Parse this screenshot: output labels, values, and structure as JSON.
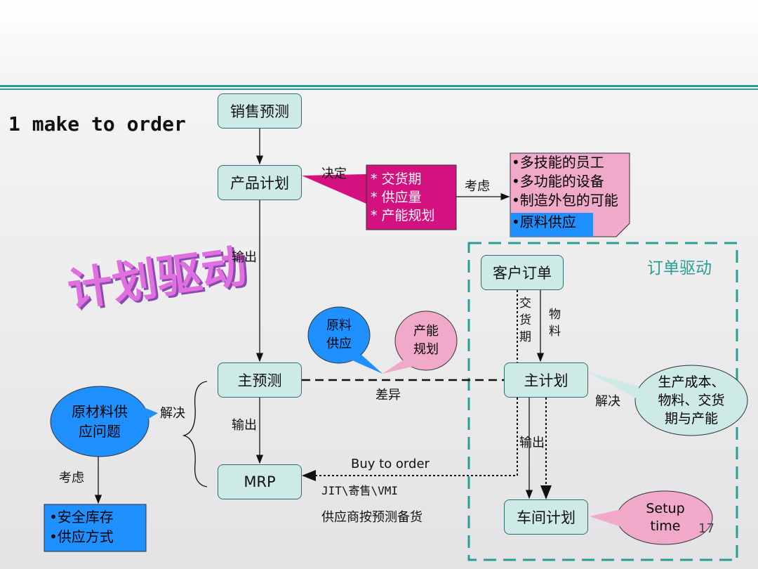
{
  "title": "1 make to order",
  "watermark_plan": "计划驱动",
  "order_driven": "订单驱动",
  "boxes": {
    "sales_forecast": "销售预测",
    "product_plan": "产品计划",
    "master_forecast": "主预测",
    "mrp": "MRP",
    "customer_order": "客户订单",
    "master_plan": "主计划",
    "workshop_plan": "车间计划"
  },
  "labels": {
    "decide": "决定",
    "consider": "考虑",
    "output1": "输出",
    "output2": "输出",
    "output3": "输出",
    "difference": "差异",
    "resolve1": "解决",
    "resolve2": "解决",
    "consider2": "考虑",
    "delivery": "交货期",
    "material": "物料",
    "buy_to_order": "Buy to order",
    "jit": "JIT\\寄售\\VMI",
    "supplier_stock": "供应商按预测备货",
    "page_number": "17"
  },
  "magenta_box": [
    "* 交货期",
    "* 供应量",
    "* 产能规划"
  ],
  "note": [
    "•多技能的员工",
    "•多功能的设备",
    "•制造外包的可能"
  ],
  "note_blue": "•原料供应",
  "bubbles": {
    "raw_supply": [
      "原料",
      "供应"
    ],
    "capacity": [
      "产能",
      "规划"
    ],
    "raw_problem": [
      "原材料供",
      "应问题"
    ],
    "cost": [
      "生产成本、",
      "物料、交货",
      "期与产能"
    ],
    "setup": [
      "Setup",
      "time"
    ]
  },
  "blue_box": [
    "•安全库存",
    "•供应方式"
  ]
}
